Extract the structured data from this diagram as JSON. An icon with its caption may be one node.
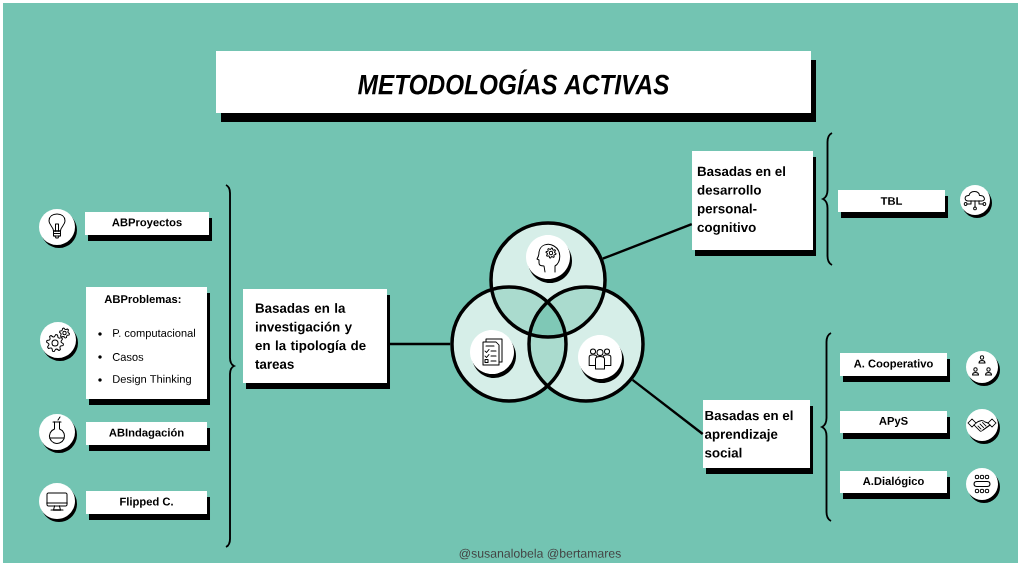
{
  "diagram": {
    "title": "METODOLOGÍAS ACTIVAS",
    "nodes": [
      {
        "text": [
          "ABProyectos"
        ]
      },
      {
        "text": [
          "ABProblemas:",
          "P. computacional",
          "Casos",
          "Design Thinking"
        ]
      },
      {
        "text": [
          "ABIndagación"
        ]
      },
      {
        "text": [
          "Flipped C."
        ]
      },
      {
        "text": [
          "Basadas en la investigación y en la tipología de tareas"
        ]
      },
      {
        "text": [],
        "shape": "circle"
      },
      {
        "text": [],
        "shape": "circle"
      },
      {
        "text": [],
        "shape": "circle"
      },
      {
        "text": [
          "Basadas en el desarrollo personal-cognitivo"
        ]
      },
      {
        "text": [
          "TBL"
        ]
      },
      {
        "text": [
          "Basadas en el aprendizaje social"
        ]
      },
      {
        "text": [
          "A. Cooperativo"
        ]
      },
      {
        "text": [
          "APyS"
        ]
      },
      {
        "text": [
          "A.Dialógico"
        ]
      }
    ],
    "edges": [
      {
        "from": 4,
        "to": 5,
        "arrow": "none"
      },
      {
        "from": 6,
        "to": 8,
        "arrow": "none"
      },
      {
        "from": 7,
        "to": 10,
        "arrow": "none"
      }
    ],
    "labels": [
      "@susanalobela @bertamares"
    ]
  }
}
